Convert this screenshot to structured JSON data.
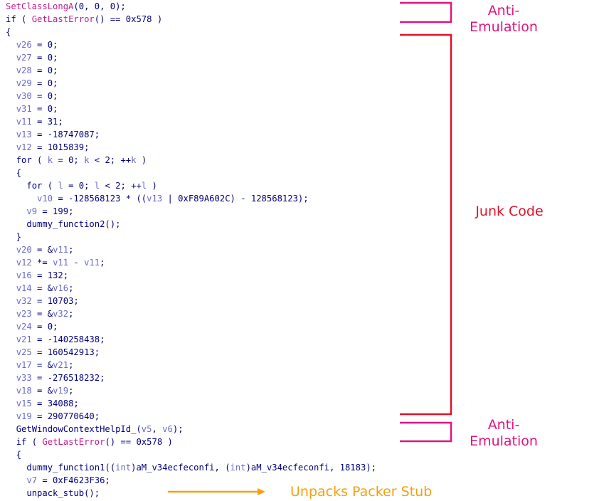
{
  "code_lines": [
    {
      "indent": 0,
      "tokens": [
        [
          "f",
          "SetClassLongA"
        ],
        [
          "p",
          "(0, 0, 0);"
        ]
      ]
    },
    {
      "indent": 0,
      "tokens": [
        [
          "k",
          "if"
        ],
        [
          "p",
          " ( "
        ],
        [
          "f",
          "GetLastError"
        ],
        [
          "p",
          "() == 0x578 )"
        ]
      ]
    },
    {
      "indent": 0,
      "tokens": [
        [
          "p",
          "{"
        ]
      ]
    },
    {
      "indent": 1,
      "tokens": [
        [
          "v",
          "v26"
        ],
        [
          "p",
          " = 0;"
        ]
      ]
    },
    {
      "indent": 1,
      "tokens": [
        [
          "v",
          "v27"
        ],
        [
          "p",
          " = 0;"
        ]
      ]
    },
    {
      "indent": 1,
      "tokens": [
        [
          "v",
          "v28"
        ],
        [
          "p",
          " = 0;"
        ]
      ]
    },
    {
      "indent": 1,
      "tokens": [
        [
          "v",
          "v29"
        ],
        [
          "p",
          " = 0;"
        ]
      ]
    },
    {
      "indent": 1,
      "tokens": [
        [
          "v",
          "v30"
        ],
        [
          "p",
          " = 0;"
        ]
      ]
    },
    {
      "indent": 1,
      "tokens": [
        [
          "v",
          "v31"
        ],
        [
          "p",
          " = 0;"
        ]
      ]
    },
    {
      "indent": 1,
      "tokens": [
        [
          "v",
          "v11"
        ],
        [
          "p",
          " = 31;"
        ]
      ]
    },
    {
      "indent": 1,
      "tokens": [
        [
          "v",
          "v13"
        ],
        [
          "p",
          " = -18747087;"
        ]
      ]
    },
    {
      "indent": 1,
      "tokens": [
        [
          "v",
          "v12"
        ],
        [
          "p",
          " = 1015839;"
        ]
      ]
    },
    {
      "indent": 1,
      "tokens": [
        [
          "k",
          "for"
        ],
        [
          "p",
          " ( "
        ],
        [
          "v",
          "k"
        ],
        [
          "p",
          " = 0; "
        ],
        [
          "v",
          "k"
        ],
        [
          "p",
          " < 2; ++"
        ],
        [
          "v",
          "k"
        ],
        [
          "p",
          " )"
        ]
      ]
    },
    {
      "indent": 1,
      "tokens": [
        [
          "p",
          "{"
        ]
      ]
    },
    {
      "indent": 2,
      "tokens": [
        [
          "k",
          "for"
        ],
        [
          "p",
          " ( "
        ],
        [
          "v",
          "l"
        ],
        [
          "p",
          " = 0; "
        ],
        [
          "v",
          "l"
        ],
        [
          "p",
          " < 2; ++"
        ],
        [
          "v",
          "l"
        ],
        [
          "p",
          " )"
        ]
      ]
    },
    {
      "indent": 3,
      "tokens": [
        [
          "v",
          "v10"
        ],
        [
          "p",
          " = -128568123 * (("
        ],
        [
          "v",
          "v13"
        ],
        [
          "p",
          " | 0xF89A602C) - 128568123);"
        ]
      ]
    },
    {
      "indent": 2,
      "tokens": [
        [
          "v",
          "v9"
        ],
        [
          "p",
          " = 199;"
        ]
      ]
    },
    {
      "indent": 2,
      "tokens": [
        [
          "p",
          "dummy_function2();"
        ]
      ]
    },
    {
      "indent": 1,
      "tokens": [
        [
          "p",
          "}"
        ]
      ]
    },
    {
      "indent": 1,
      "tokens": [
        [
          "v",
          "v20"
        ],
        [
          "p",
          " = &"
        ],
        [
          "v",
          "v11"
        ],
        [
          "p",
          ";"
        ]
      ]
    },
    {
      "indent": 1,
      "tokens": [
        [
          "v",
          "v12"
        ],
        [
          "p",
          " *= "
        ],
        [
          "v",
          "v11"
        ],
        [
          "p",
          " - "
        ],
        [
          "v",
          "v11"
        ],
        [
          "p",
          ";"
        ]
      ]
    },
    {
      "indent": 1,
      "tokens": [
        [
          "v",
          "v16"
        ],
        [
          "p",
          " = 132;"
        ]
      ]
    },
    {
      "indent": 1,
      "tokens": [
        [
          "v",
          "v14"
        ],
        [
          "p",
          " = &"
        ],
        [
          "v",
          "v16"
        ],
        [
          "p",
          ";"
        ]
      ]
    },
    {
      "indent": 1,
      "tokens": [
        [
          "v",
          "v32"
        ],
        [
          "p",
          " = 10703;"
        ]
      ]
    },
    {
      "indent": 1,
      "tokens": [
        [
          "v",
          "v23"
        ],
        [
          "p",
          " = &"
        ],
        [
          "v",
          "v32"
        ],
        [
          "p",
          ";"
        ]
      ]
    },
    {
      "indent": 1,
      "tokens": [
        [
          "v",
          "v24"
        ],
        [
          "p",
          " = 0;"
        ]
      ]
    },
    {
      "indent": 1,
      "tokens": [
        [
          "v",
          "v21"
        ],
        [
          "p",
          " = -140258438;"
        ]
      ]
    },
    {
      "indent": 1,
      "tokens": [
        [
          "v",
          "v25"
        ],
        [
          "p",
          " = 160542913;"
        ]
      ]
    },
    {
      "indent": 1,
      "tokens": [
        [
          "v",
          "v17"
        ],
        [
          "p",
          " = &"
        ],
        [
          "v",
          "v21"
        ],
        [
          "p",
          ";"
        ]
      ]
    },
    {
      "indent": 1,
      "tokens": [
        [
          "v",
          "v33"
        ],
        [
          "p",
          " = -276518232;"
        ]
      ]
    },
    {
      "indent": 1,
      "tokens": [
        [
          "v",
          "v18"
        ],
        [
          "p",
          " = &"
        ],
        [
          "v",
          "v19"
        ],
        [
          "p",
          ";"
        ]
      ]
    },
    {
      "indent": 1,
      "tokens": [
        [
          "v",
          "v15"
        ],
        [
          "p",
          " = 34088;"
        ]
      ]
    },
    {
      "indent": 1,
      "tokens": [
        [
          "v",
          "v19"
        ],
        [
          "p",
          " = 290770640;"
        ]
      ]
    },
    {
      "indent": 1,
      "tokens": [
        [
          "p",
          "GetWindowContextHelpId_("
        ],
        [
          "v",
          "v5"
        ],
        [
          "p",
          ", "
        ],
        [
          "v",
          "v6"
        ],
        [
          "p",
          ");"
        ]
      ]
    },
    {
      "indent": 1,
      "tokens": [
        [
          "k",
          "if"
        ],
        [
          "p",
          " ( "
        ],
        [
          "f",
          "GetLastError"
        ],
        [
          "p",
          "() == 0x578 )"
        ]
      ]
    },
    {
      "indent": 1,
      "tokens": [
        [
          "p",
          "{"
        ]
      ]
    },
    {
      "indent": 2,
      "tokens": [
        [
          "p",
          "dummy_function1(("
        ],
        [
          "v",
          "int"
        ],
        [
          "p",
          ")aM_v34ecfeconfi, ("
        ],
        [
          "v",
          "int"
        ],
        [
          "p",
          ")aM_v34ecfeconfi, 18183);"
        ]
      ]
    },
    {
      "indent": 2,
      "tokens": [
        [
          "v",
          "v7"
        ],
        [
          "p",
          " = 0xF4623F36;"
        ]
      ]
    },
    {
      "indent": 2,
      "tokens": [
        [
          "p",
          "unpack_stub();"
        ]
      ]
    }
  ],
  "annotations": {
    "anti_emulation_1": "Anti-\nEmulation",
    "junk_code": "Junk Code",
    "anti_emulation_2": "Anti-\nEmulation",
    "unpacks": "Unpacks Packer Stub"
  },
  "colors": {
    "anti_emulation": "#e0147f",
    "junk_code": "#e0122a",
    "unpacks": "#f5a00f",
    "code_default": "#000080",
    "code_variable": "#6a6acd",
    "code_function": "#c21d8f"
  }
}
